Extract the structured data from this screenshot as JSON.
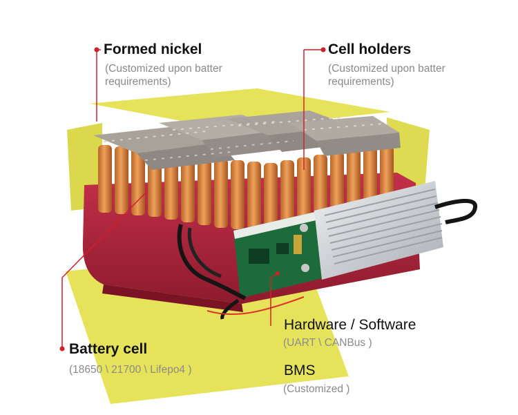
{
  "callouts": {
    "formed_nickel": {
      "title": "Formed nickel",
      "subtitle": "(Customized upon batter\nrequirements)"
    },
    "cell_holders": {
      "title": "Cell holders",
      "subtitle": "(Customized upon batter\nrequirements)"
    },
    "hardware_software": {
      "title": "Hardware / Software",
      "subtitle": "(UART \\ CANBus )"
    },
    "battery_cell": {
      "title": "Battery cell",
      "subtitle": "(18650 \\ 21700 \\ Lifepo4 )"
    },
    "bms": {
      "title": "BMS",
      "subtitle": "(Customized )"
    }
  },
  "colors": {
    "leader_line": "#d11f2a",
    "insulation_paper": "#e6e35a",
    "wrap_film": "#b8243c",
    "cell": "#d9823b",
    "nickel_strip": "#a9a29b",
    "pcb": "#1d6b3a",
    "heatsink": "#cfd3d6"
  }
}
